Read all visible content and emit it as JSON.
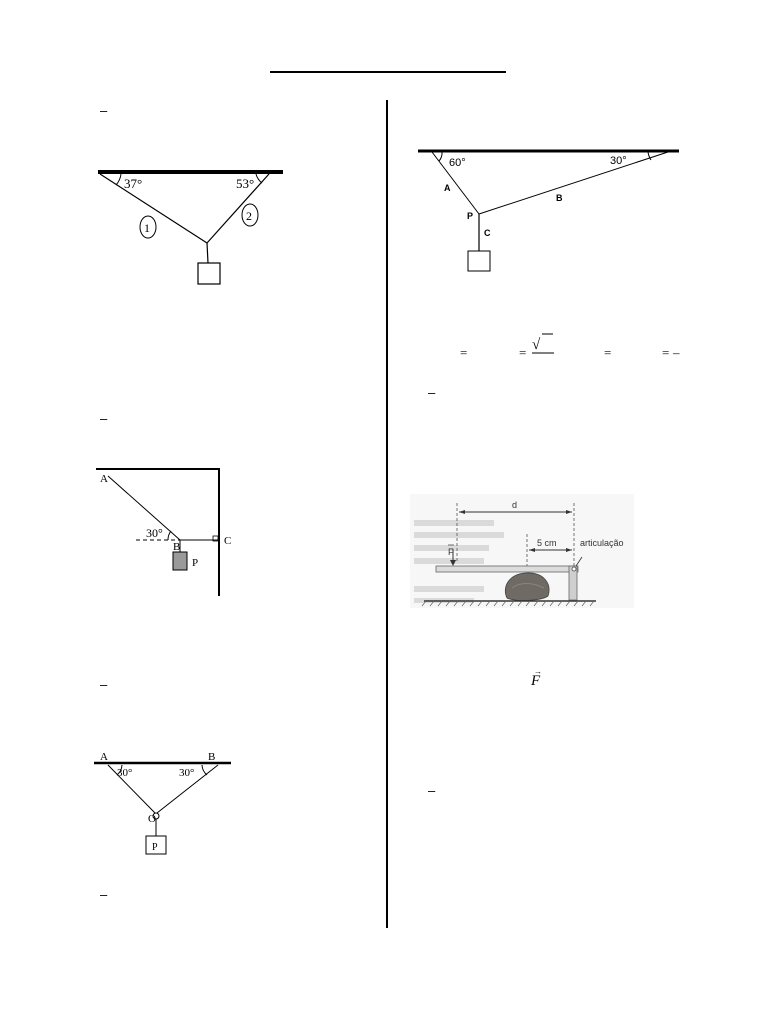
{
  "header": {
    "title": ""
  },
  "left_column": {
    "question_dashes": [
      "–",
      "–",
      "–",
      "–"
    ],
    "figure1": {
      "angle_left": "37°",
      "angle_right": "53°",
      "label_rope1": "1",
      "label_rope2": "2"
    },
    "figure2": {
      "point_a": "A",
      "angle": "30°",
      "point_b": "B",
      "point_c": "C",
      "weight": "P"
    },
    "figure3": {
      "point_a": "A",
      "point_b": "B",
      "angle_left": "30°",
      "angle_right": "30°",
      "knot": "O",
      "weight": "P"
    }
  },
  "right_column": {
    "question_dashes": [
      "–",
      "–"
    ],
    "figure4": {
      "angle_left": "60°",
      "angle_right": "30°",
      "rope_a": "A",
      "rope_b": "B",
      "rope_c": "C",
      "knot": "P"
    },
    "trig_row": {
      "eq1": "=",
      "eq2": "=",
      "sqrt_symbol": "√",
      "eq3": "=",
      "eq4": "=",
      "minus": "–"
    },
    "figure5": {
      "distance_d": "d",
      "distance_5cm": "5 cm",
      "force_label": "F",
      "hinge_label": "articulação"
    },
    "vector_symbol": "F",
    "vector_arrow": "→"
  }
}
